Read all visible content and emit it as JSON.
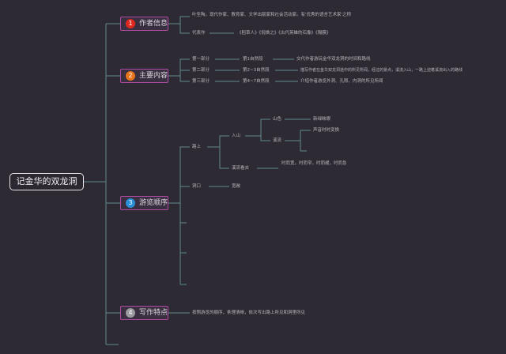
{
  "root": {
    "label": "记金华的双龙洞"
  },
  "topics": [
    {
      "num": "1",
      "label": "作者信息",
      "badge_color": "#e0281f",
      "children": [
        {
          "label": "叶圣陶，现代作家、教育家、文学出版家和社会活动家。有'优秀的语言艺术家'之称"
        },
        {
          "label": "代表作",
          "detail": "《稻草人》《倪焕之》《古代英雄的石像》《隔膜》"
        }
      ]
    },
    {
      "num": "2",
      "label": "主要内容",
      "badge_color": "#e8751a",
      "children": [
        {
          "label": "第一部分",
          "sub": "第1自然段",
          "detail": "交代作者游玩金华双龙洞的时间和路线"
        },
        {
          "label": "第二部分",
          "sub": "第2~3自然段",
          "detail": "描写作者在金华双龙洞途中的所见所闻，经过的景点，溪流入山，一路上迎着溪流出入的路线"
        },
        {
          "label": "第三部分",
          "sub": "第4~7自然段",
          "detail": "介绍作者游览外洞、孔隙、内洞的所见所闻"
        }
      ]
    },
    {
      "num": "3",
      "label": "游览顺序",
      "badge_color": "#2a8fd6",
      "children": [
        {
          "label": "路上",
          "sub_items": [
            {
              "label": "入山",
              "items": [
                {
                  "label": "山色",
                  "detail": "新绿映眼"
                },
                {
                  "label": "溪流",
                  "detail": "声音时时变换"
                }
              ]
            },
            {
              "label": "溪流看去",
              "detail": "时而宽，时而窄，时而缓，时而急"
            }
          ]
        },
        {
          "label": "洞口",
          "detail": "宽敞"
        }
      ]
    },
    {
      "num": "4",
      "label": "写作特点",
      "badge_color": "#9b9a9f",
      "children": [
        {
          "label": "按照游览的顺序，条理清晰，依次写出路上所见和洞里所见"
        }
      ]
    }
  ]
}
